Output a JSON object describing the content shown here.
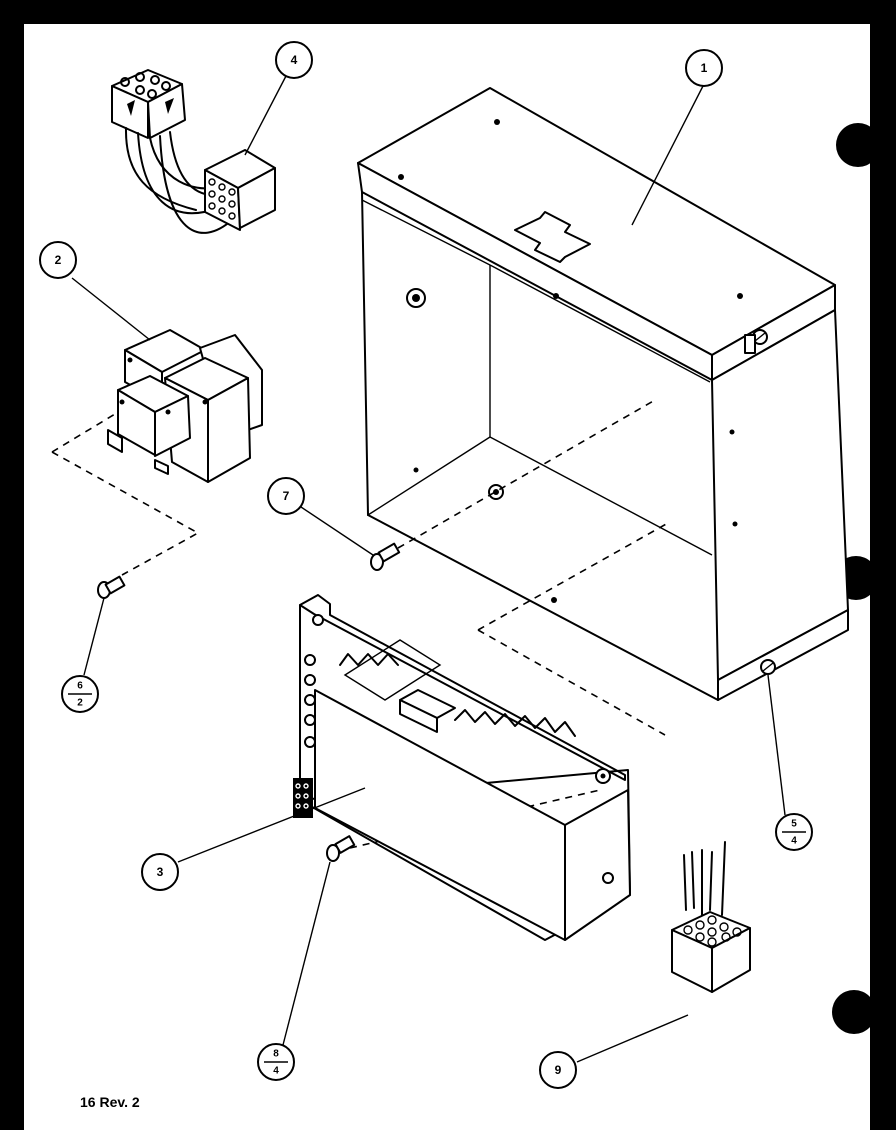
{
  "diagram": {
    "parts": [
      {
        "name": "control-box-housing",
        "callout": "1"
      },
      {
        "name": "transformer",
        "callout": "2"
      },
      {
        "name": "control-board",
        "callout": "3"
      },
      {
        "name": "wire-harness-plug",
        "callout": "4"
      },
      {
        "name": "box-screw",
        "callout": "5",
        "callout_lower": "4"
      },
      {
        "name": "transformer-screw",
        "callout": "6",
        "callout_lower": "2"
      },
      {
        "name": "grommet-screw",
        "callout": "7"
      },
      {
        "name": "board-screw",
        "callout": "8",
        "callout_lower": "4"
      },
      {
        "name": "connector-plug",
        "callout": "9"
      }
    ]
  },
  "footer": {
    "page_ref": "16 Rev. 2"
  }
}
